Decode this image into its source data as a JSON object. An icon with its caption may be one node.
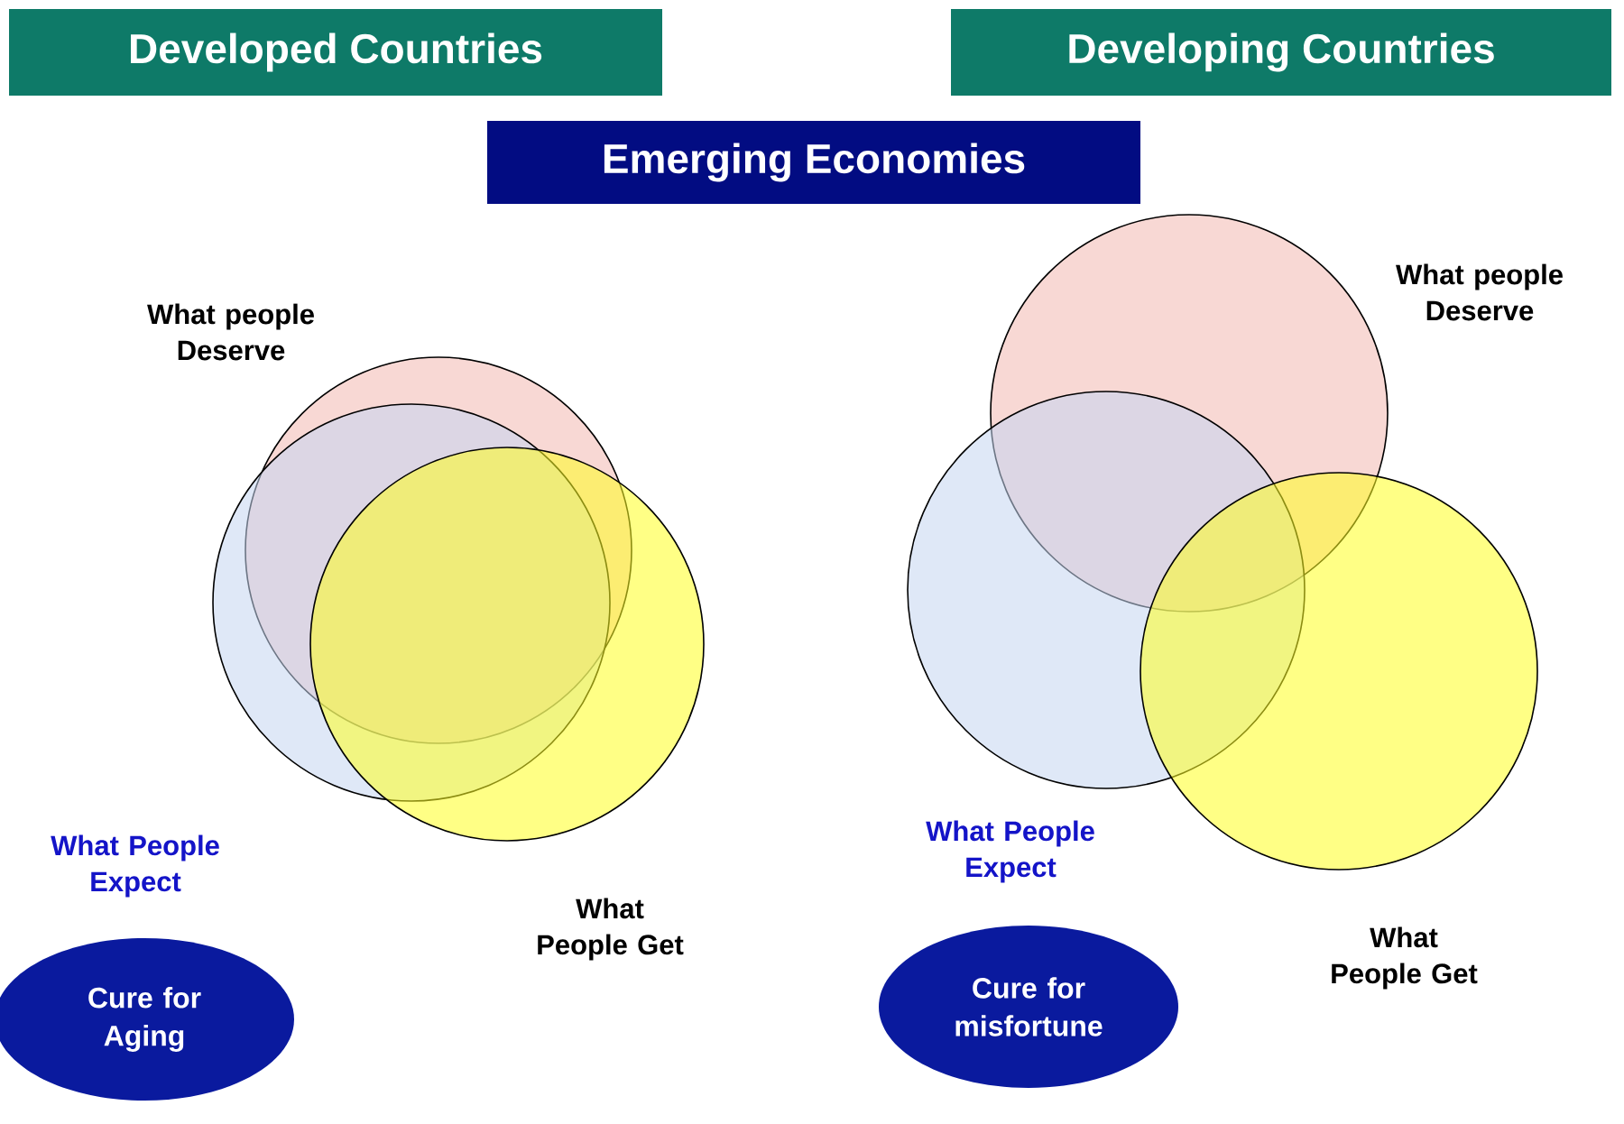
{
  "diagram": {
    "nodes": [
      {
        "text": [
          "Developed Countries"
        ]
      },
      {
        "text": [
          "Developing Countries"
        ]
      },
      {
        "text": [
          "Emerging Economies"
        ]
      },
      {
        "text": [],
        "shape": "circle",
        "beside": [
          "What people Deserve"
        ]
      },
      {
        "text": [],
        "shape": "circle",
        "beside": [
          "What People Expect"
        ]
      },
      {
        "text": [],
        "shape": "circle",
        "beside": [
          "What People Get"
        ]
      },
      {
        "text": [
          "Cure for Aging"
        ]
      },
      {
        "text": [],
        "shape": "circle",
        "beside": [
          "What people Deserve"
        ]
      },
      {
        "text": [],
        "shape": "circle",
        "beside": [
          "What People Expect"
        ]
      },
      {
        "text": [],
        "shape": "circle",
        "beside": [
          "What People Get"
        ]
      },
      {
        "text": [
          "Cure for misfortune"
        ]
      }
    ]
  }
}
